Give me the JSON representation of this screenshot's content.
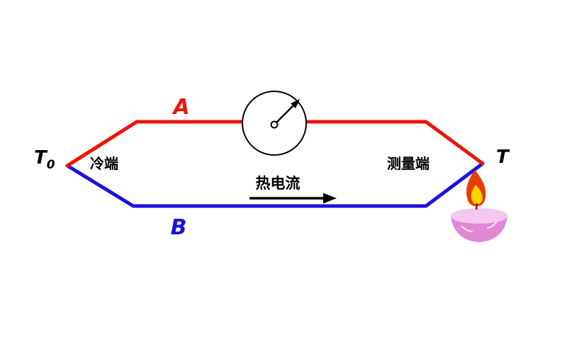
{
  "labels": {
    "wire_a": "A",
    "wire_b": "B",
    "left_temp_main": "T",
    "left_temp_sub": "0",
    "right_temp": "T",
    "cold_junction": "冷端",
    "measuring_junction": "测量端",
    "thermo_current": "热电流"
  },
  "colors": {
    "wire_a": "#ee1309",
    "wire_b": "#1b11e0",
    "label_text": "#000000",
    "outline": "#000000",
    "flame_outer": "#e83d00",
    "flame_inner": "#ffd400",
    "candle_bowl": "#e187d6",
    "candle_rim": "#f4c7ec",
    "candle_stroke": "#c466b4"
  }
}
